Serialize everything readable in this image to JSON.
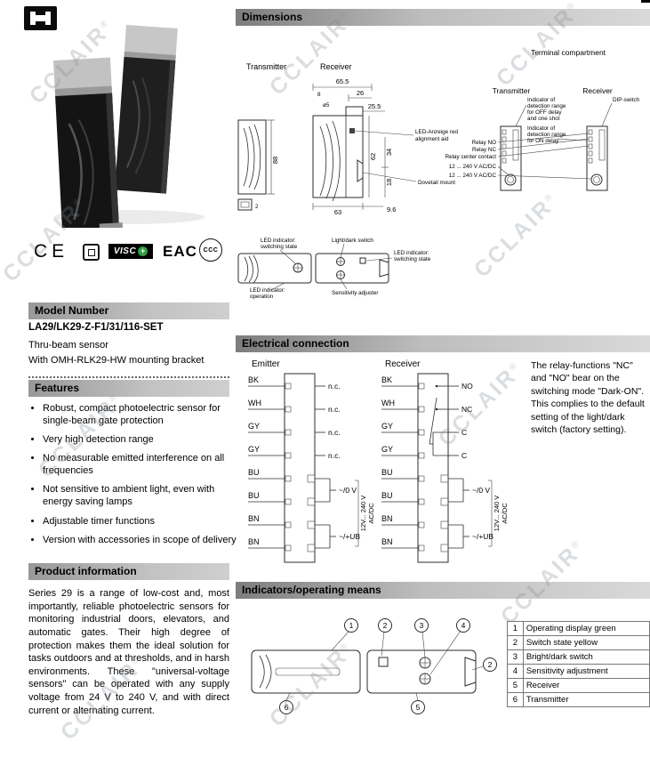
{
  "watermark": {
    "text": "CCLAIR",
    "reg": "®"
  },
  "certs": {
    "ce": "CE",
    "visc": "VISC",
    "visc_plus": "+",
    "eac": "EAC",
    "ccc": "CCC"
  },
  "left": {
    "model": {
      "header": "Model Number",
      "code": "LA29/LK29-Z-F1/31/116-SET",
      "line1": "Thru-beam sensor",
      "line2": "With OMH-RLK29-HW mounting bracket"
    },
    "features": {
      "header": "Features",
      "items": [
        "Robust, compact photoelectric sensor for single-beam gate protection",
        "Very high detection range",
        "No measurable emitted interference on all frequencies",
        "Not sensitive to ambient light, even with energy saving lamps",
        "Adjustable timer functions",
        "Version with accessories in scope of delivery"
      ]
    },
    "product_info": {
      "header": "Product information",
      "text": "Series 29 is a range of low-cost and, most importantly, reliable photoelectric sensors for monitoring industrial doors, elevators, and automatic gates. Their high degree of protection makes them the ideal solution for tasks outdoors and at thresholds, and in harsh environments. These \"universal-voltage sensors\" can be operated with any supply voltage from 24 V to 240 V, and with direct current or alternating current."
    }
  },
  "dimensions": {
    "header": "Dimensions",
    "transmitter": "Transmitter",
    "receiver": "Receiver",
    "terminal": "Terminal compartment",
    "term_transmitter": "Transmitter",
    "term_receiver": "Receiver",
    "dims": {
      "w655": "65.5",
      "w26": "26",
      "w255": "25.5",
      "h62": "62",
      "h34": "34",
      "h18": "18",
      "w63": "63",
      "w96": "9.6",
      "h88": "88",
      "d8": "8",
      "o5": "ø5",
      "d2": "2"
    },
    "labels": {
      "led1": "LED-Anzeige red",
      "led2": "alignment aid",
      "dovetail": "Dovetail mount",
      "off1": "Indicator of",
      "off2": "detection range",
      "off3": "for OFF delay",
      "off4": "and one shot",
      "dip": "DIP-switch",
      "on1": "Indicator of",
      "on2": "detection range",
      "on3": "for ON delay",
      "relay_no": "Relay NO",
      "relay_nc": "Relay NC",
      "relay_cc": "Relay center contact",
      "volts": "12 ... 240 V AC/DC"
    },
    "side": {
      "led_a1": "LED indicator:",
      "led_a2": "switching state",
      "lightdark": "Light/dark switch",
      "led_b1": "LED indicator:",
      "led_b2": "switching state",
      "led_c1": "LED indicator:",
      "led_c2": "operation",
      "sens": "Sensitivity adjuster"
    }
  },
  "electrical": {
    "header": "Electrical connection",
    "emitter": {
      "title": "Emitter",
      "wires": [
        "BK",
        "WH",
        "GY",
        "GY",
        "BU",
        "BU",
        "BN",
        "BN"
      ],
      "nc": "n.c.",
      "v0": "~/0 V",
      "vub": "~/+UB",
      "voltage": "12V... 240 V",
      "acdc": "AC/DC"
    },
    "receiver": {
      "title": "Receiver",
      "wires": [
        "BK",
        "WH",
        "GY",
        "GY",
        "BU",
        "BU",
        "BN",
        "BN"
      ],
      "terms": [
        "NO",
        "NC",
        "C",
        "C"
      ],
      "v0": "~/0 V",
      "vub": "~/+UB",
      "voltage": "12V... 240 V",
      "acdc": "AC/DC"
    },
    "note": "The relay-functions \"NC\" and \"NO\" bear on the switching mode \"Dark-ON\". This complies to the default setting of the light/dark switch (factory setting)."
  },
  "indicators": {
    "header": "Indicators/operating means",
    "callouts": {
      "c1": "1",
      "c2": "2",
      "c3": "3",
      "c4": "4",
      "c2b": "2",
      "c5": "5",
      "c6": "6"
    },
    "table": [
      {
        "n": "1",
        "label": "Operating display green"
      },
      {
        "n": "2",
        "label": "Switch state yellow"
      },
      {
        "n": "3",
        "label": "Bright/dark switch"
      },
      {
        "n": "4",
        "label": "Sensitivity adjustment"
      },
      {
        "n": "5",
        "label": "Receiver"
      },
      {
        "n": "6",
        "label": "Transmitter"
      }
    ]
  }
}
